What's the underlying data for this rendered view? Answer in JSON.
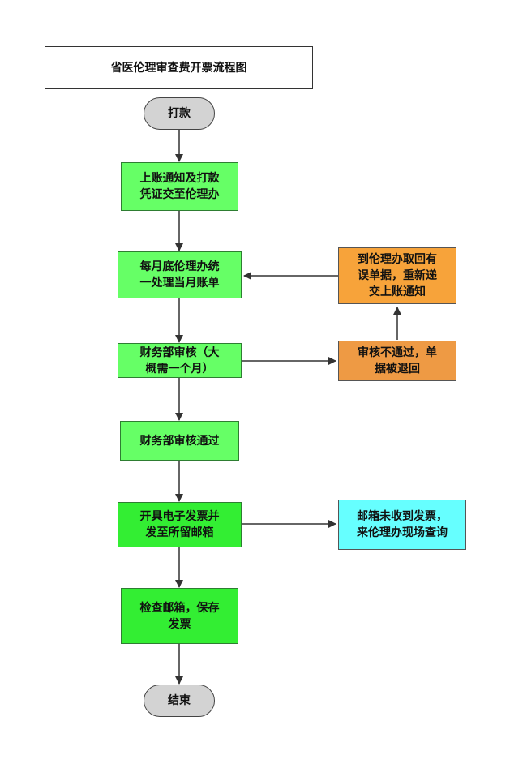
{
  "title": "省医伦理审查费开票流程图",
  "start": "打款",
  "steps": [
    {
      "line1": "上账通知及打款",
      "line2": "凭证交至伦理办"
    },
    {
      "line1": "每月底伦理办统",
      "line2": "一处理当月账单"
    },
    {
      "line1": "财务部审核（大",
      "line2": "概需一个月）"
    },
    {
      "line1": "财务部审核通过",
      "line2": ""
    },
    {
      "line1": "开具电子发票并",
      "line2": "发至所留邮箱"
    },
    {
      "line1": "检查邮箱，保存",
      "line2": "发票"
    }
  ],
  "end": "结束",
  "side": {
    "reject": {
      "line1": "审核不通过，单",
      "line2": "据被退回"
    },
    "resubmit": {
      "line1": "到伦理办取回有",
      "line2": "误单据，重新递",
      "line3": "交上账通知"
    },
    "not_received": {
      "line1": "邮箱未收到发票，",
      "line2": "来伦理办现场查询"
    }
  },
  "colors": {
    "step_green": "#66ff66",
    "reject_orange": "#ee9a44",
    "resubmit_orange": "#f7a33a",
    "query_cyan": "#66ffff",
    "terminal_gray": "#d3d3d3"
  }
}
